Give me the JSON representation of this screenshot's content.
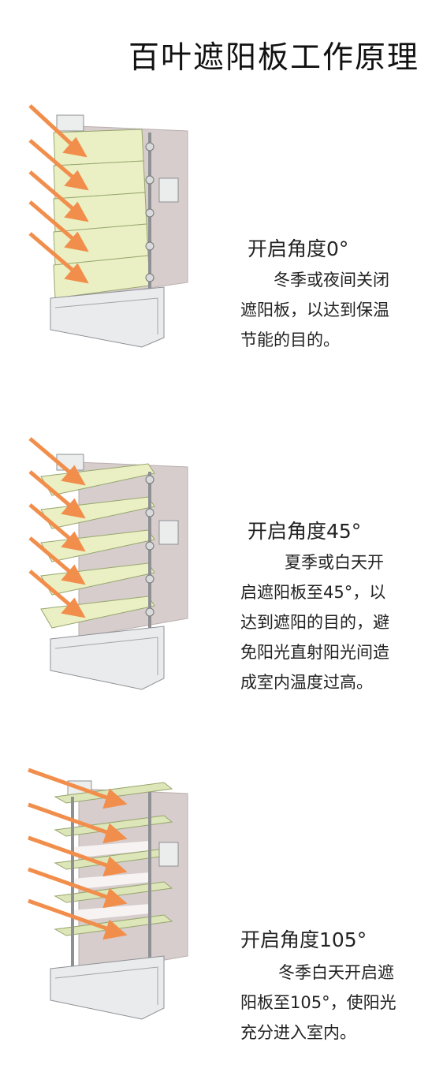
{
  "title": "百叶遮阳板工作原理",
  "colors": {
    "arrow": "#f28e4c",
    "slat_fill": "#eaf0c4",
    "slat_stroke": "#9aa870",
    "wall": "#d4cccb",
    "frame": "#e9eaec",
    "frame_stroke": "#9a9ca0"
  },
  "sections": [
    {
      "heading": "开启角度0°",
      "desc_lines": [
        "冬季或夜间关闭",
        "遮阳板，以达到保温",
        "节能的目的。"
      ]
    },
    {
      "heading": "开启角度45°",
      "desc_lines": [
        "夏季或白天开",
        "启遮阳板至45°，以",
        "达到遮阳的目的，避",
        "免阳光直射阳光间造",
        "成室内温度过高。"
      ]
    },
    {
      "heading": "开启角度105°",
      "desc_lines": [
        "冬季白天开启遮",
        "阳板至105°，使阳光",
        "充分进入室内。"
      ]
    }
  ]
}
